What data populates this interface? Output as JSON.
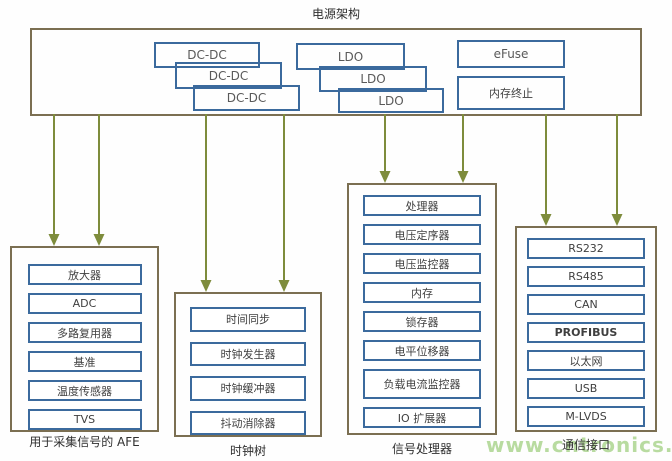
{
  "title": "电源架构",
  "colors": {
    "box-border": "#7b6f52",
    "item-border": "#3b6a9d",
    "arrow": "#7e8c3c",
    "watermark": "#b8dba0",
    "text": "#3f3f3f",
    "latin": "#595959"
  },
  "power": {
    "dcdc": [
      "DC-DC",
      "DC-DC",
      "DC-DC"
    ],
    "ldo": [
      "LDO",
      "LDO",
      "LDO"
    ],
    "efuse": "eFuse",
    "mem_term": "内存终止"
  },
  "groups": [
    {
      "label": "用于采集信号的 AFE",
      "items": [
        "放大器",
        "ADC",
        "多路复用器",
        "基准",
        "温度传感器",
        "TVS"
      ]
    },
    {
      "label": "时钟树",
      "items": [
        "时间同步",
        "时钟发生器",
        "时钟缓冲器",
        "抖动消除器"
      ]
    },
    {
      "label": "信号处理器",
      "items": [
        "处理器",
        "电压定序器",
        "电压监控器",
        "内存",
        "锁存器",
        "电平位移器",
        "负载电流监控器",
        "IO 扩展器"
      ]
    },
    {
      "label": "通信接口",
      "items": [
        "RS232",
        "RS485",
        "CAN",
        "PROFIBUS",
        "以太网",
        "USB",
        "M-LVDS"
      ]
    }
  ],
  "watermark": "www.cntronics.com"
}
